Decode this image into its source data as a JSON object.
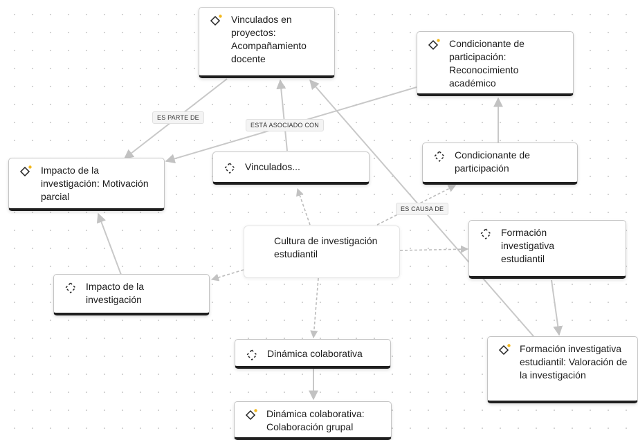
{
  "center": {
    "label": "Cultura de investigación estudiantil"
  },
  "nodes": {
    "vinculados_proyectos": {
      "label": "Vinculados en proyectos: Acompañamiento docente",
      "icon": "diamond-sparkle-icon"
    },
    "condicionante_reconocimiento": {
      "label": "Condicionante de participación: Reconocimiento académico",
      "icon": "diamond-sparkle-icon"
    },
    "impacto_motivacion": {
      "label": "Impacto de la investigación: Motivación parcial",
      "icon": "diamond-sparkle-icon"
    },
    "vinculados": {
      "label": "Vinculados...",
      "icon": "dashed-diamond-icon"
    },
    "condicionante": {
      "label": "Condicionante de participación",
      "icon": "dashed-diamond-icon"
    },
    "formacion": {
      "label": "Formación investigativa estudiantil",
      "icon": "dashed-diamond-icon"
    },
    "impacto": {
      "label": "Impacto de la investigación",
      "icon": "dashed-diamond-icon"
    },
    "dinamica": {
      "label": "Dinámica colaborativa",
      "icon": "dashed-diamond-icon"
    },
    "formacion_valoracion": {
      "label": "Formación investigativa estudiantil: Valoración de la investigación",
      "icon": "diamond-sparkle-icon"
    },
    "dinamica_colaboracion": {
      "label": "Dinámica colaborativa: Colaboración grupal",
      "icon": "diamond-sparkle-icon"
    }
  },
  "edge_labels": {
    "es_parte_de": "ES PARTE DE",
    "esta_asociado_con": "ESTÁ ASOCIADO CON",
    "es_causa_de": "ES CAUSA DE"
  },
  "colors": {
    "edge": "#c8c8c8",
    "node_border_bottom": "#1f1f1f",
    "sparkle": "#f2b81e"
  }
}
